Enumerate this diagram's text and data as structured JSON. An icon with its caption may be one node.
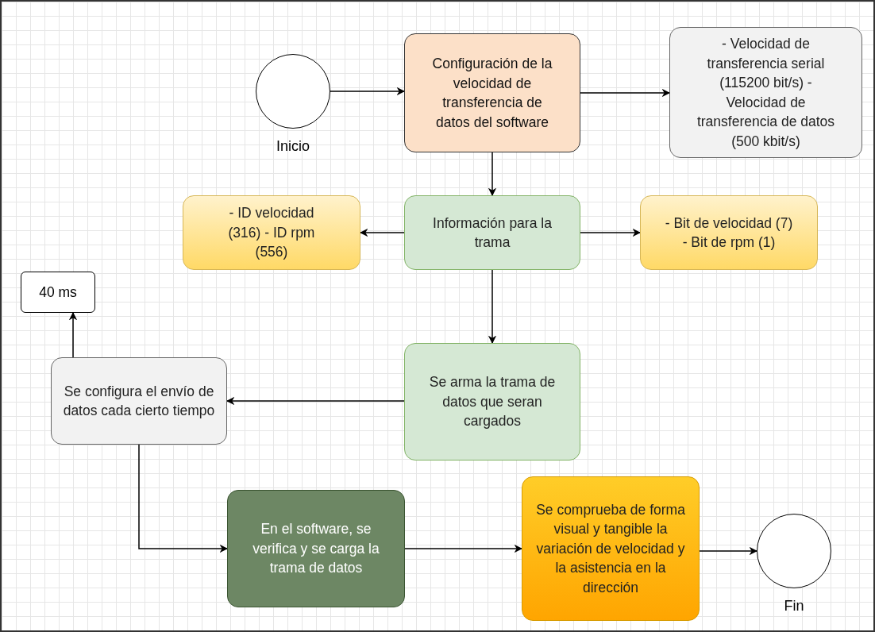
{
  "diagram": {
    "nodes": [
      {
        "text": [],
        "shape": "circle",
        "beside": [
          "Inicio"
        ]
      },
      {
        "text": [
          "Configuración de la velocidad de transferencia de datos del software"
        ]
      },
      {
        "text": [
          "- Velocidad de transferencia serial (115200 bit/s) - Velocidad de transferencia de datos (500 kbit/s)"
        ]
      },
      {
        "text": [
          "Información para la trama"
        ]
      },
      {
        "text": [
          "- ID velocidad (316) - ID rpm (556)"
        ]
      },
      {
        "text": [
          "- Bit de velocidad (7) - Bit de rpm (1)"
        ]
      },
      {
        "text": [
          "40 ms"
        ]
      },
      {
        "text": [
          "Se configura el envío de datos cada cierto tiempo"
        ]
      },
      {
        "text": [
          "Se arma la trama de datos que seran cargados"
        ]
      },
      {
        "text": [
          "En el software, se verifica y se carga la trama de datos"
        ]
      },
      {
        "text": [
          "Se comprueba de forma visual y tangible la variación de velocidad y la asistencia en la dirección"
        ]
      },
      {
        "text": [],
        "shape": "circle",
        "beside": [
          "Fin"
        ]
      }
    ],
    "edges": [
      {
        "from": 0,
        "to": 1,
        "arrow": "to"
      },
      {
        "from": 1,
        "to": 2,
        "arrow": "to"
      },
      {
        "from": 1,
        "to": 3,
        "arrow": "to"
      },
      {
        "from": 3,
        "to": 4,
        "arrow": "to"
      },
      {
        "from": 3,
        "to": 5,
        "arrow": "to"
      },
      {
        "from": 3,
        "to": 8,
        "arrow": "to"
      },
      {
        "from": 8,
        "to": 7,
        "arrow": "to"
      },
      {
        "from": 7,
        "to": 6,
        "arrow": "to"
      },
      {
        "from": 7,
        "to": 9,
        "arrow": "to"
      },
      {
        "from": 9,
        "to": 10,
        "arrow": "to"
      },
      {
        "from": 10,
        "to": 11,
        "arrow": "to"
      }
    ]
  }
}
